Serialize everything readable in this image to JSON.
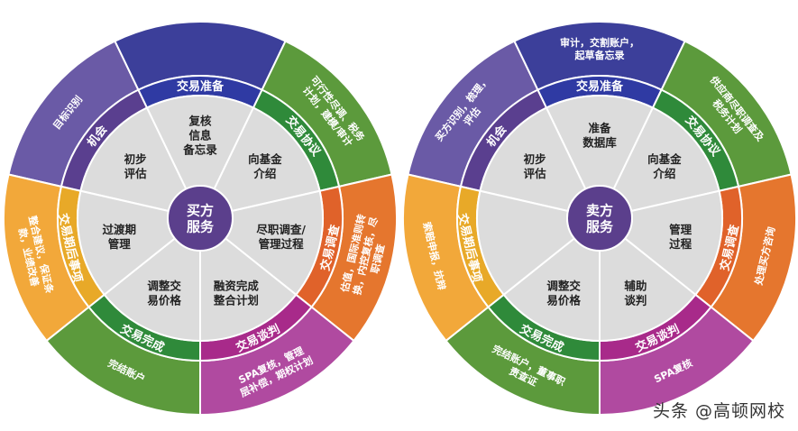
{
  "palette": {
    "outer_purple": "#6a5aa6",
    "outer_blue": "#3c3f9a",
    "outer_green": "#5c9a3c",
    "outer_orange": "#e5762e",
    "outer_magenta": "#b04aa0",
    "outer_yellow": "#f2a83a",
    "ring_purple": "#5a3f8f",
    "ring_blue": "#2f3aa3",
    "ring_green": "#2f8a3a",
    "ring_orange": "#e0622a",
    "ring_magenta": "#a82a8a",
    "ring_yellow": "#e8a928",
    "inner_gray": "#dcdcdc",
    "hub_purple": "#5b3f8c"
  },
  "buyer": {
    "center": "买方\n服务",
    "ring": [
      "机会",
      "交易准备",
      "交易协议",
      "交易调查",
      "交易谈判",
      "交易完成",
      "交易期后事项"
    ],
    "outer": [
      "目标识别",
      "",
      "可行性尽调、税务计划，建模/审计",
      "估值，国际准则转换，内控复核，尽职调查",
      "SPA复核，管理层补偿，期权计划",
      "完结账户",
      "整合建议，保证条款，业绩改善"
    ],
    "inner": [
      "初步\n评估",
      "复核\n信息\n备忘录",
      "向基金\n介绍",
      "尽职调查/\n管理过程",
      "融资完成\n整合计划",
      "调整交\n易价格",
      "过渡期\n管理"
    ]
  },
  "seller": {
    "center": "卖方\n服务",
    "ring": [
      "机会",
      "交易准备",
      "交易协议",
      "交易调查",
      "交易谈判",
      "交易完成",
      "交易期后事项"
    ],
    "outer": [
      "买方识别，梳理，评估",
      "审计，交割账户，起草备忘录",
      "供应商尽职调查及税务计划",
      "处理买方咨询",
      "SPA复核",
      "完结账户，董事职责查证",
      "索赔申报，抗辩"
    ],
    "inner": [
      "初步\n评估",
      "准备\n数据库",
      "向基金\n介绍",
      "管理\n过程",
      "辅助\n谈判",
      "调整交\n易价格",
      ""
    ]
  },
  "watermark": "头条 @高顿网校"
}
